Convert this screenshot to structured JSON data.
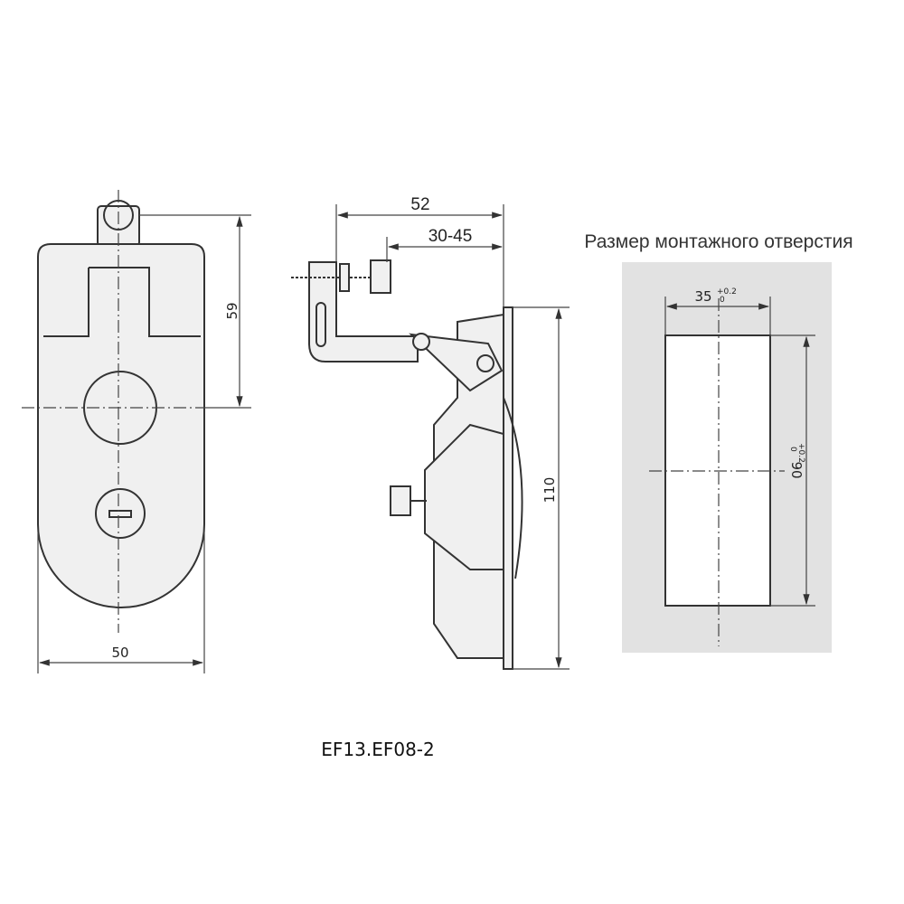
{
  "front_view": {
    "height_dim": "59",
    "width_dim": "50"
  },
  "side_view": {
    "depth_dim": "52",
    "grip_range_dim": "30-45",
    "height_dim": "110"
  },
  "cutout": {
    "title": "Размер монтажного отверстия",
    "width_dim": "35",
    "width_tol_upper": "+0.2",
    "width_tol_lower": "0",
    "height_dim": "90",
    "height_tol_upper": "+0.2",
    "height_tol_lower": "0"
  },
  "model": "EF13.EF08-2"
}
